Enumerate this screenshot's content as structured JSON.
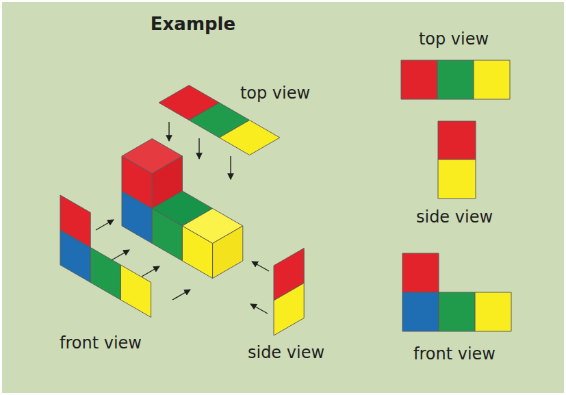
{
  "diagram": {
    "title": "Example",
    "labels": [
      "top view",
      "front view",
      "side view",
      "top view",
      "side view",
      "front view"
    ]
  }
}
